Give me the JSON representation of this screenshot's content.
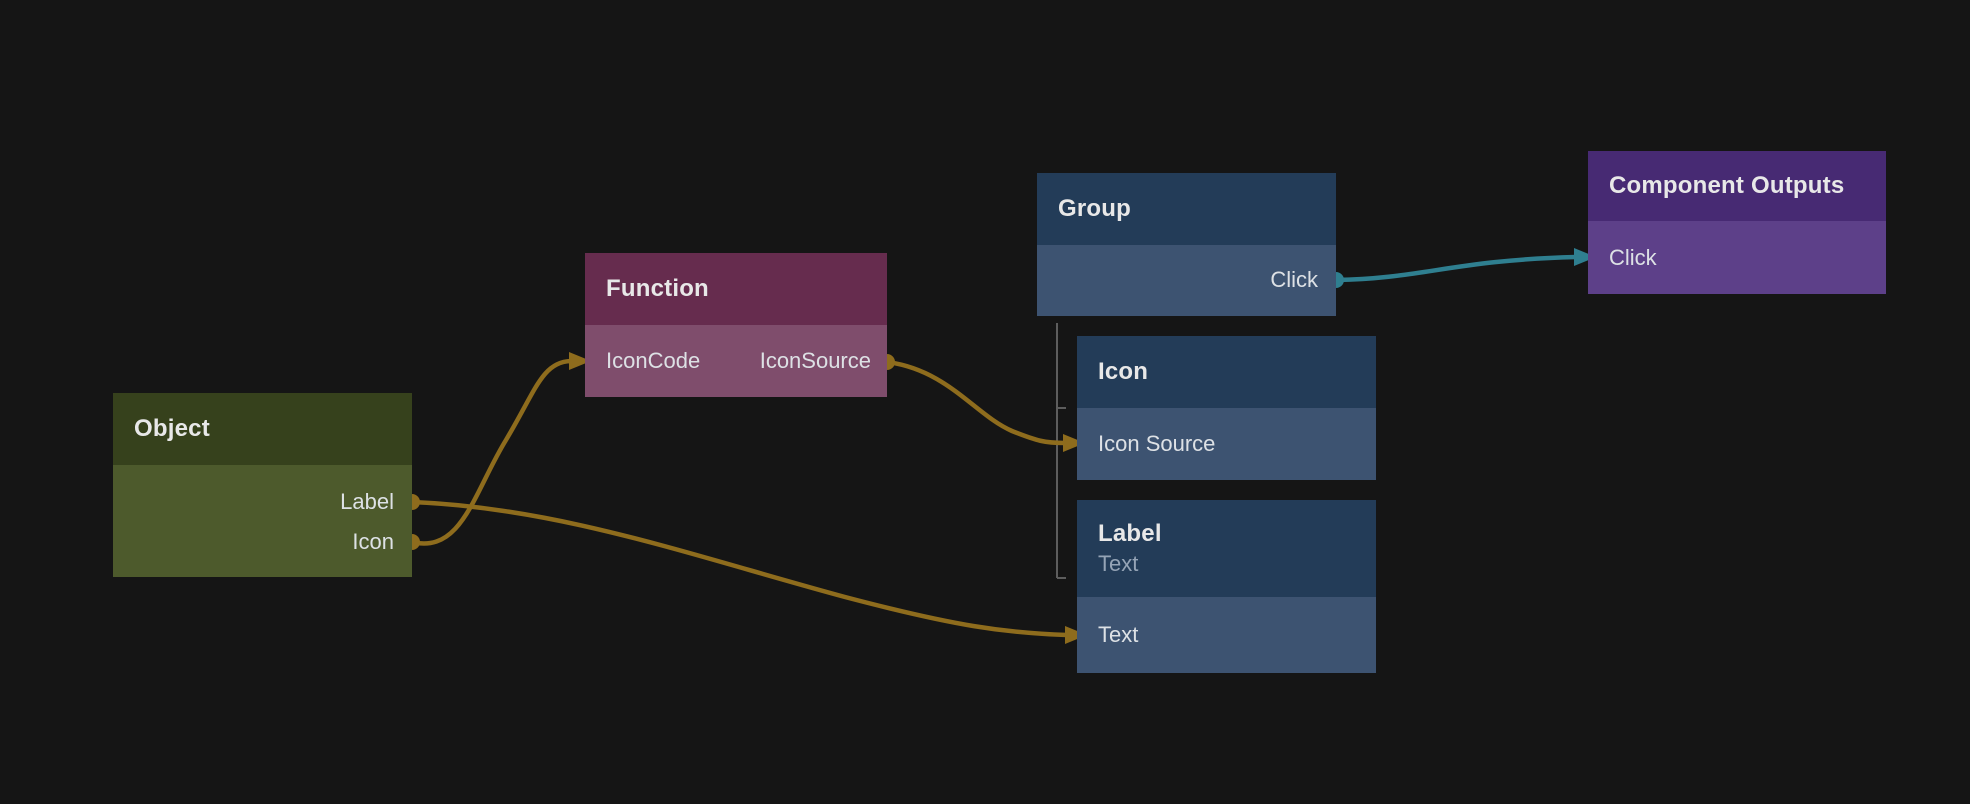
{
  "canvas": {
    "background_color": "#151515",
    "description": "node graph editor canvas"
  },
  "nodes": {
    "object": {
      "title": "Object",
      "ports": [
        {
          "label": "Label",
          "direction": "output"
        },
        {
          "label": "Icon",
          "direction": "output"
        }
      ],
      "header_color": "#36411c",
      "body_color": "#4d5a2c"
    },
    "function": {
      "title": "Function",
      "ports": [
        {
          "label": "IconCode",
          "direction": "input"
        },
        {
          "label": "IconSource",
          "direction": "output"
        }
      ],
      "header_color": "#662c4e",
      "body_color": "#7f4d6c"
    },
    "group": {
      "title": "Group",
      "ports": [
        {
          "label": "Click",
          "direction": "output"
        }
      ],
      "header_color": "#233c58",
      "body_color": "#3d5371"
    },
    "icon": {
      "title": "Icon",
      "ports": [
        {
          "label": "Icon Source",
          "direction": "input"
        }
      ],
      "header_color": "#233c58",
      "body_color": "#3d5371"
    },
    "label": {
      "title": "Label",
      "subtitle": "Text",
      "ports": [
        {
          "label": "Text",
          "direction": "input"
        }
      ],
      "header_color": "#233c58",
      "body_color": "#3d5371"
    },
    "component_outputs": {
      "title": "Component Outputs",
      "ports": [
        {
          "label": "Click",
          "direction": "input"
        }
      ],
      "header_color": "#472a73",
      "body_color": "#5d4089"
    }
  },
  "hierarchy": {
    "parent": "Group",
    "children": [
      "Icon",
      "Label"
    ]
  },
  "edges": [
    {
      "from": "Object.Icon",
      "to": "Function.IconCode",
      "color": "#8e6c1d"
    },
    {
      "from": "Object.Label",
      "to": "Label.Text",
      "color": "#8e6c1d"
    },
    {
      "from": "Function.IconSource",
      "to": "Icon.Icon Source",
      "color": "#8e6c1d"
    },
    {
      "from": "Group.Click",
      "to": "Component Outputs.Click",
      "color": "#2f7f90"
    }
  ],
  "colors": {
    "gold_connection": "#8e6c1d",
    "teal_connection": "#2f7f90",
    "tree_connector": "#5d5d5d",
    "title_text": "#e8e8e8",
    "port_text": "#dde1e5",
    "subtitle_text": "#95a4b6"
  }
}
